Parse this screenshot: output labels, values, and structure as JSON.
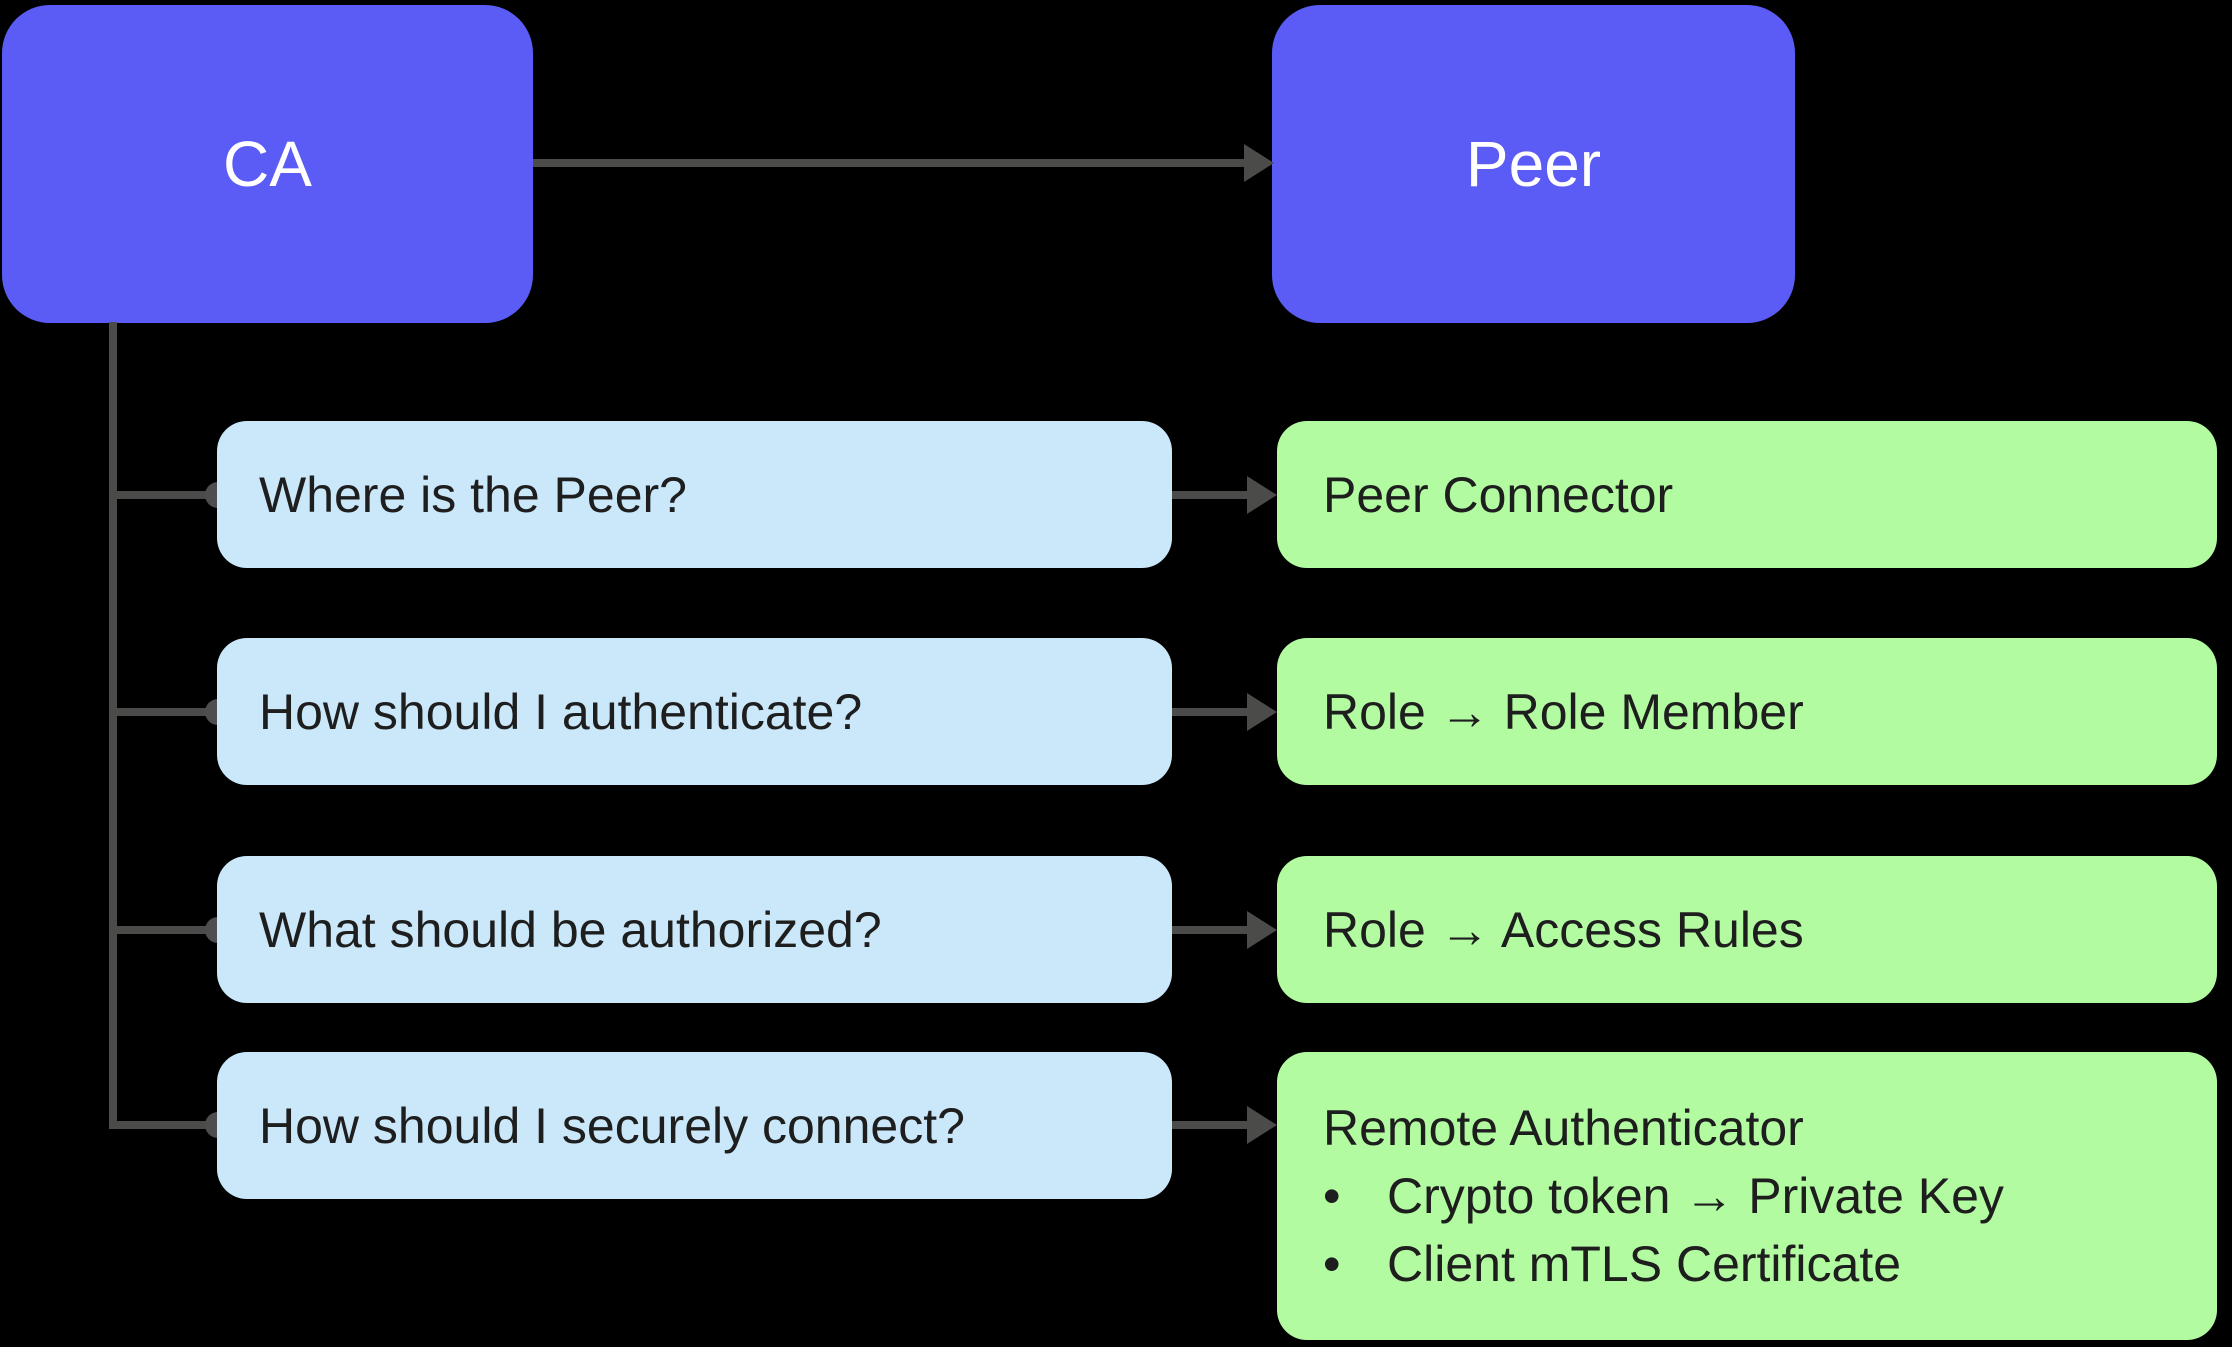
{
  "diagram": {
    "left_node": "CA",
    "right_node": "Peer",
    "rows": [
      {
        "question": "Where is the Peer?",
        "answer": "Peer Connector"
      },
      {
        "question": "How should I authenticate?",
        "answer": "Role → Role Member"
      },
      {
        "question": "What should be authorized?",
        "answer": "Role → Access Rules"
      },
      {
        "question": "How should I securely connect?",
        "answer": "Remote Authenticator",
        "bullets": [
          "Crypto token → Private Key",
          "Client mTLS Certificate"
        ],
        "bullet_char": "•"
      }
    ]
  },
  "colors": {
    "background": "#000000",
    "node_fill": "#5B5BF6",
    "node_text": "#FFFFFF",
    "question_fill": "#CAE8FA",
    "answer_fill": "#B2FBA1",
    "connector": "#4B4B49",
    "box_text": "#1E1E1E"
  }
}
